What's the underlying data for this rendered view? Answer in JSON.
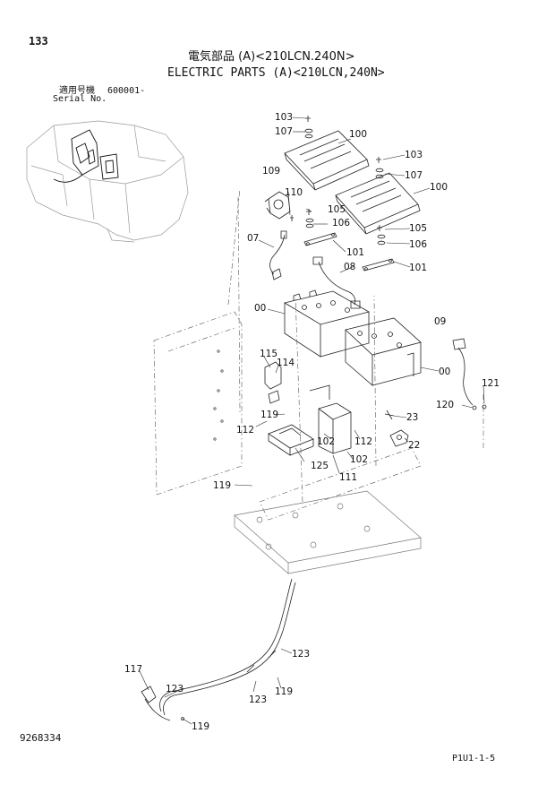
{
  "header": {
    "page_number": "133",
    "title_jp": "電気部品 (A)<210LCN.240N>",
    "title_en": "ELECTRIC PARTS (A)<210LCN,240N>",
    "serial_label_jp": "適用号機",
    "serial_value": "600001-",
    "serial_label_en": "Serial No."
  },
  "footer": {
    "document_number": "9268334",
    "reference_code": "P1U1-1-5"
  },
  "part_labels": {
    "p103a": "103",
    "p107a": "107",
    "p100a": "100",
    "p103b": "103",
    "p107b": "107",
    "p100b": "100",
    "p109": "109",
    "p110": "110",
    "p105a": "105",
    "p106a": "106",
    "p105b": "105",
    "p106b": "106",
    "p07": "07",
    "p101a": "101",
    "p08": "08",
    "p101b": "101",
    "p00a": "00",
    "p09": "09",
    "p00b": "00",
    "p115": "115",
    "p114": "114",
    "p119a": "119",
    "p112a": "112",
    "p121": "121",
    "p120": "120",
    "p23": "23",
    "p102a": "102",
    "p112b": "112",
    "p22": "22",
    "p102b": "102",
    "p125": "125",
    "p111": "111",
    "p119b": "119",
    "p123a": "123",
    "p117": "117",
    "p123b": "123",
    "p123c": "123",
    "p119c": "119",
    "p119d": "119"
  }
}
